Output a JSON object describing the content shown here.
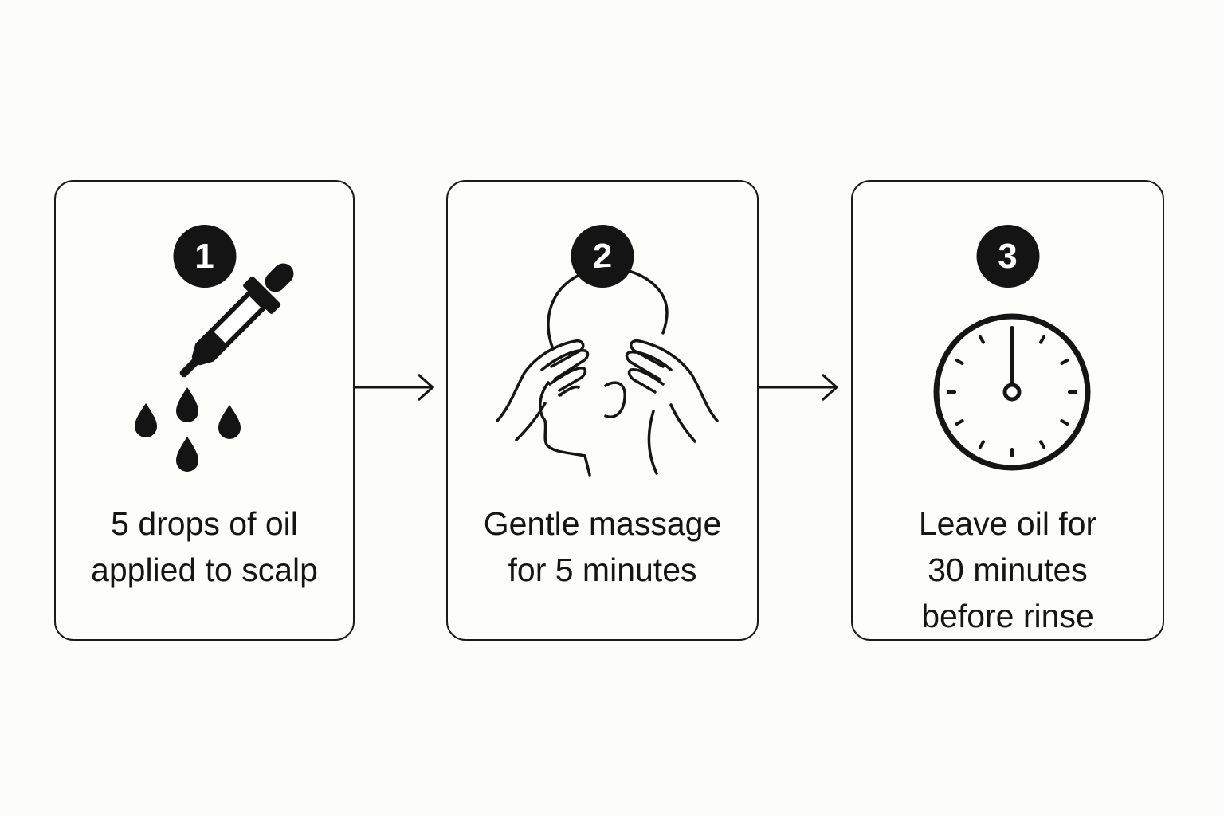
{
  "steps": [
    {
      "number": "1",
      "icon": "dropper-with-oil-drops-icon",
      "text_lines": [
        "5 drops of oil",
        "applied to scalp"
      ]
    },
    {
      "number": "2",
      "icon": "head-massage-icon",
      "text_lines": [
        "Gentle massage",
        "for 5 minutes"
      ]
    },
    {
      "number": "3",
      "icon": "clock-icon",
      "text_lines": [
        "Leave oil for",
        "30 minutes",
        "before rinse"
      ]
    }
  ],
  "connectors": [
    "right-arrow-icon",
    "right-arrow-icon"
  ],
  "colors": {
    "background": "#fcfcfa",
    "ink": "#151515",
    "badge_fill": "#141414",
    "badge_text": "#ffffff"
  }
}
